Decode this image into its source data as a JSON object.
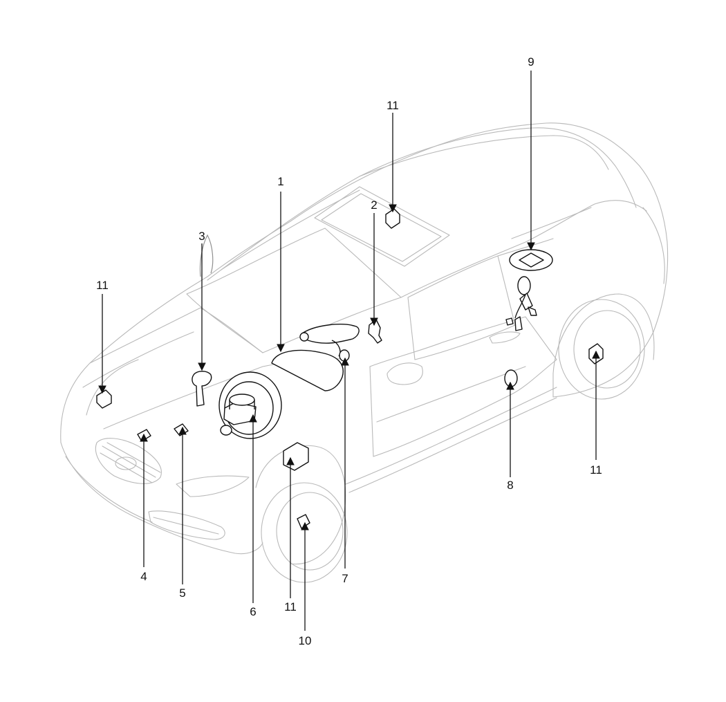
{
  "diagram": {
    "callouts": [
      {
        "id": "c1",
        "label": "1"
      },
      {
        "id": "c2",
        "label": "2"
      },
      {
        "id": "c3",
        "label": "3"
      },
      {
        "id": "c4",
        "label": "4"
      },
      {
        "id": "c5",
        "label": "5"
      },
      {
        "id": "c6",
        "label": "6"
      },
      {
        "id": "c7",
        "label": "7"
      },
      {
        "id": "c8",
        "label": "8"
      },
      {
        "id": "c9",
        "label": "9"
      },
      {
        "id": "c10",
        "label": "10"
      },
      {
        "id": "c11a",
        "label": "11"
      },
      {
        "id": "c11b",
        "label": "11"
      },
      {
        "id": "c11c",
        "label": "11"
      },
      {
        "id": "c11d",
        "label": "11"
      }
    ]
  },
  "colors": {
    "line": "#111111",
    "car_outline": "#b9b9b9",
    "background": "#ffffff"
  }
}
